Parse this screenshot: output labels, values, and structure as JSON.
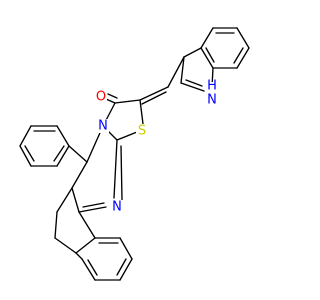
{
  "structure": {
    "atoms": {
      "carbonyl_oxygen": {
        "label": "O",
        "color": "#ff0000"
      },
      "thiazole_sulfur": {
        "label": "S",
        "color": "#cccc00"
      },
      "imine_nitrogen": {
        "label": "N",
        "color": "#0000ff"
      },
      "ring_nitrogen": {
        "label": "N",
        "color": "#0000ff"
      },
      "indole_nitrogen": {
        "label": "H\nN",
        "line1": "H",
        "line2": "N",
        "color": "#0000ff"
      }
    }
  }
}
